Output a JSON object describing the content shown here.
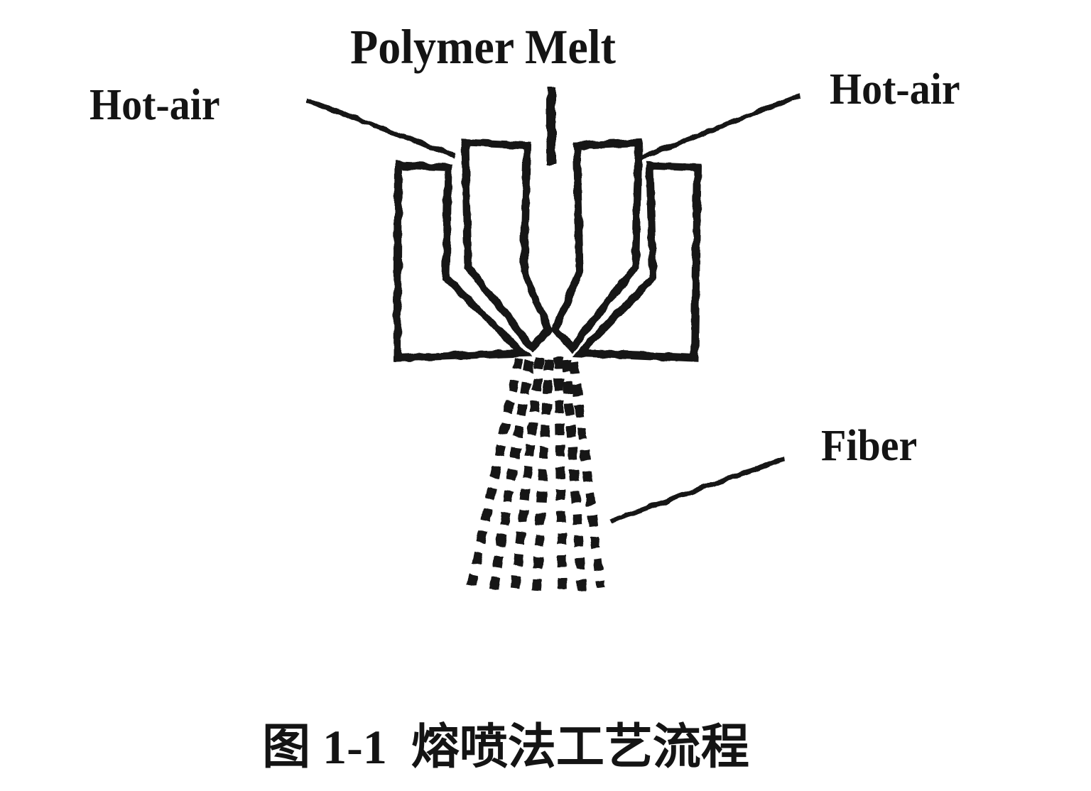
{
  "figure": {
    "labels": {
      "polymer_melt": "Polymer Melt",
      "hot_air_left": "Hot-air",
      "hot_air_right": "Hot-air",
      "fiber": "Fiber"
    },
    "caption": "图 1-1  熔喷法工艺流程",
    "colors": {
      "ink": "#141414",
      "background": "#ffffff"
    }
  }
}
